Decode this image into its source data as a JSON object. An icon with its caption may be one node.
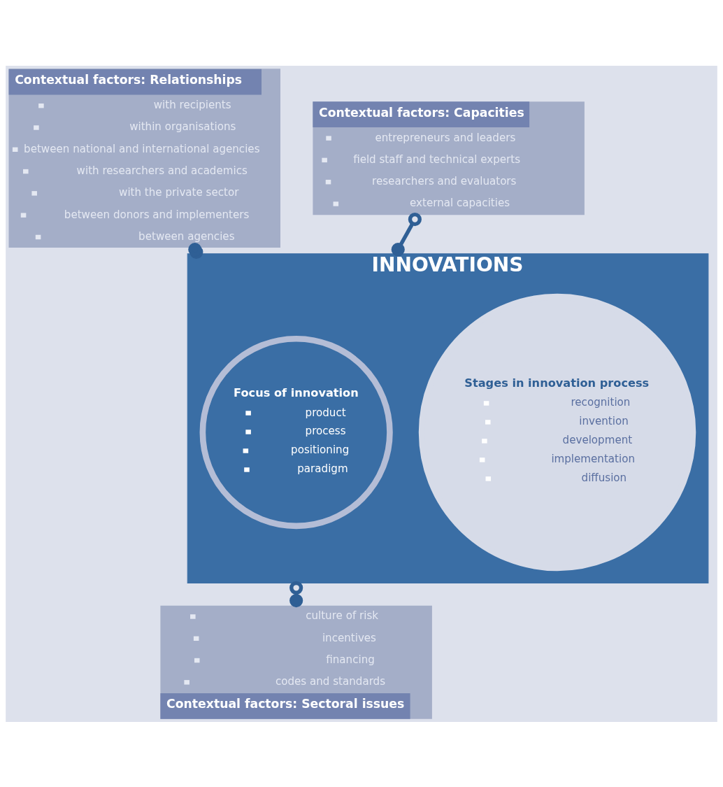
{
  "diagram": {
    "nodes": [
      {
        "text": [
          "Contextual factors: Relationships",
          "with recipients",
          "within organisations",
          "between national and international agencies",
          "with researchers and academics",
          "with the private sector",
          "between donors and implementers",
          "between agencies"
        ]
      },
      {
        "text": [
          "Contextual factors: Capacities",
          "entrepreneurs and leaders",
          "field staff and technical experts",
          "researchers and evaluators",
          "external capacities"
        ]
      },
      {
        "text": [
          "INNOVATIONS"
        ]
      },
      {
        "text": [
          "Focus of innovation",
          "product",
          "process",
          "positioning",
          "paradigm"
        ],
        "in": 2
      },
      {
        "text": [
          "Stages in innovation process",
          "recognition",
          "invention",
          "development",
          "implementation",
          "diffusion"
        ],
        "in": 2
      },
      {
        "text": [
          "culture of risk",
          "incentives",
          "financing",
          "codes and standards",
          "Contextual factors: Sectoral issues"
        ]
      }
    ],
    "edges": [
      {
        "from": 0,
        "to": 2,
        "arrow": "other"
      },
      {
        "from": 1,
        "to": 2,
        "arrow": "other"
      },
      {
        "from": 2,
        "to": 5,
        "arrow": "other"
      }
    ]
  }
}
